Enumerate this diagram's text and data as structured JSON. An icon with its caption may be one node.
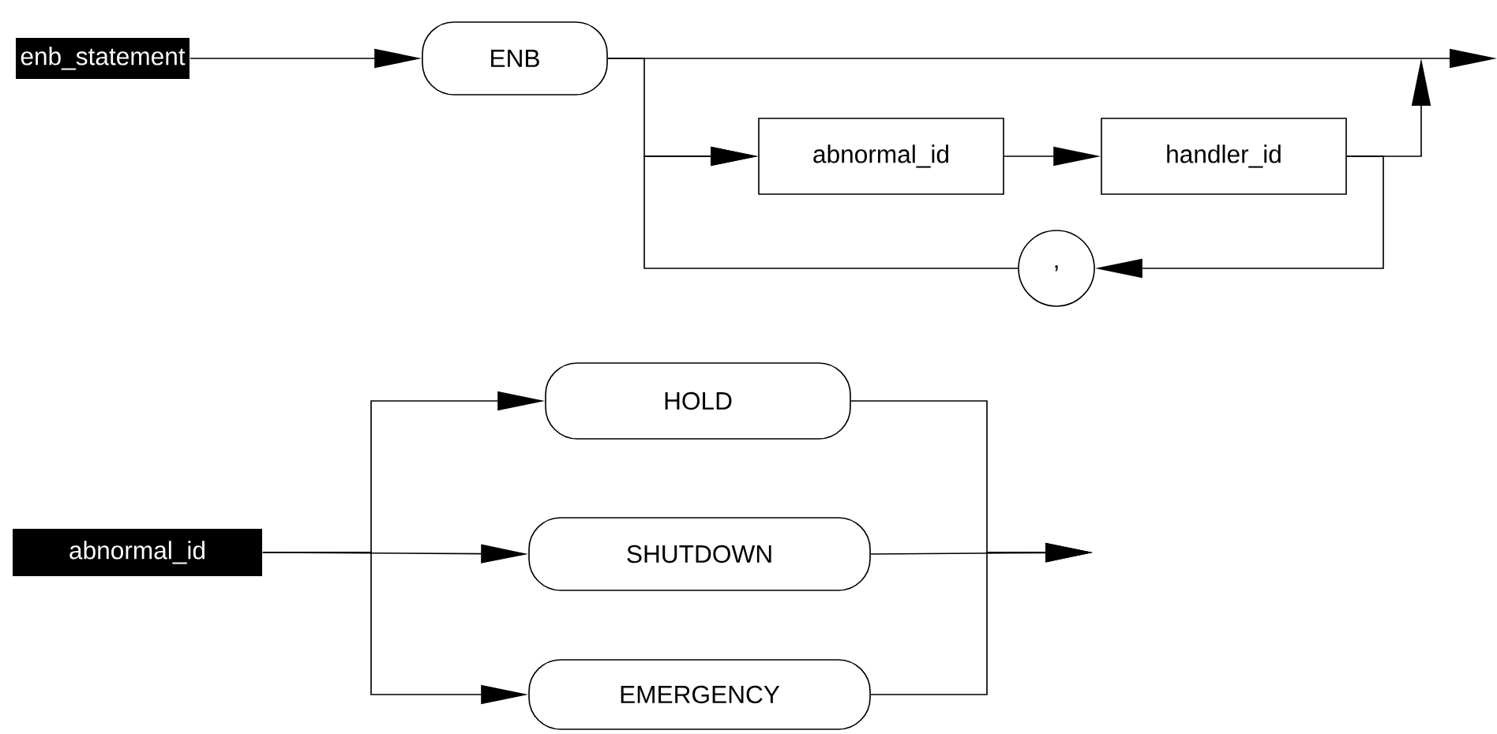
{
  "diagram": {
    "nodes": [
      {
        "text": [
          "enb_statement"
        ]
      },
      {
        "text": [
          "ENB"
        ]
      },
      {
        "text": [
          "abnormal_id"
        ]
      },
      {
        "text": [
          "handler_id"
        ]
      },
      {
        "text": [
          ","
        ]
      },
      {
        "text": [
          "abnormal_id"
        ]
      },
      {
        "text": [
          "HOLD"
        ]
      },
      {
        "text": [
          "SHUTDOWN"
        ]
      },
      {
        "text": [
          "EMERGENCY"
        ]
      }
    ],
    "edges": [
      {
        "from": 0,
        "to": 1,
        "arrow": "to"
      },
      {
        "from": 1,
        "to": null,
        "arrow": "to"
      },
      {
        "from": 1,
        "to": 2,
        "arrow": "to"
      },
      {
        "from": 2,
        "to": 3,
        "arrow": "to"
      },
      {
        "from": 3,
        "to": null,
        "arrow": "to"
      },
      {
        "from": 3,
        "to": 4,
        "arrow": "to"
      },
      {
        "from": 4,
        "to": 2,
        "arrow": "to"
      },
      {
        "from": 5,
        "to": 6,
        "arrow": "to"
      },
      {
        "from": 5,
        "to": 7,
        "arrow": "to"
      },
      {
        "from": 5,
        "to": 8,
        "arrow": "to"
      },
      {
        "from": 6,
        "to": null,
        "arrow": "to"
      },
      {
        "from": 7,
        "to": null,
        "arrow": "to"
      },
      {
        "from": 8,
        "to": null,
        "arrow": "to"
      }
    ]
  }
}
